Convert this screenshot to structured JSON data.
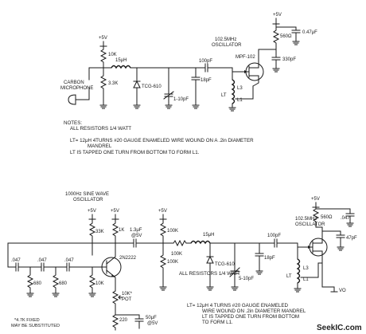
{
  "top": {
    "supply_left": "+5V",
    "supply_right": "+5V",
    "r_bias": "10K",
    "inductor": "15μH",
    "r_mic": "3.3K",
    "diode": "TCG-610",
    "trimmer": "1-10pF",
    "c_couple": "100pF",
    "c_shunt": "18pF",
    "fet": "MPF-102",
    "osc_line1": "102.5MHz",
    "osc_line2": "OSCILLATOR",
    "r_drain": "560Ω",
    "c_bypass": "0.47μF",
    "c_fb": "330pF",
    "coil_lt": "LT",
    "coil_l3": "L3",
    "coil_l1": "L1",
    "mic_line1": "CARBON",
    "mic_line2": "MICROPHONE",
    "notes_title": "NOTES:",
    "note1": "ALL RESISTORS 1/4 WATT",
    "note2a": "LT= 12μH  4TURNS #20 GAUGE ENAMELED  WIRE  WOUND ON A  .2in DIAMETER",
    "note2b": "MANDREL",
    "note3": "LT IS TAPPED ONE TURN FROM BOTTOM TO FORM L1."
  },
  "bottom": {
    "osc1k_line1": "1000Hz SINE WAVE",
    "osc1k_line2": "OSCILLATOR",
    "supply_a": "+5V",
    "supply_b": "+5V",
    "supply_c": "+5V",
    "supply_d": "+5V",
    "r_33k": "33K",
    "r_1k": "1K",
    "c_13": "1.3μF",
    "c_13v": "@5V",
    "r_100k_a": "100K",
    "r_100k_b": "100K",
    "r_100k_c": "100K",
    "inductor": "15μH",
    "c_100pf": "100pF",
    "osc_line1": "102.5MHz",
    "osc_line2": "OSCILLATOR",
    "r_560": "560Ω",
    "c_047": ".047",
    "c_47pf": "47pF",
    "c_a": ".047",
    "c_b": ".047",
    "c_c": ".047",
    "r_680a": "680",
    "r_680b": "680",
    "r_10k": "10K",
    "bjt": "2N2222",
    "pot": "10K*",
    "pot_label": "POT",
    "r_220": "220",
    "c_50": "50μF",
    "c_50v": "@5V",
    "c_18": "18pF",
    "diode": "TCG-610",
    "trimmer": "5-10pF",
    "coil_lt": "LT",
    "coil_l3": "L3",
    "coil_l1": "L1",
    "vo": "VO",
    "note_fixed1": "*4.7K FIXED",
    "note_fixed2": "MAY BE SUBSTITUTED",
    "note1": "ALL RESISTORS 1/4 WATT",
    "note2a": "LT= 12μH  4 TURNS #20 GAUGE ENAMELED",
    "note2b": "WIRE WOUND ON .2in DIAMETER MANDREL",
    "note2c": "LT IS TAPPED ONE TURN FROM BOTTOM",
    "note2d": "TO FORM L1."
  },
  "watermark": "SeekIC.com"
}
